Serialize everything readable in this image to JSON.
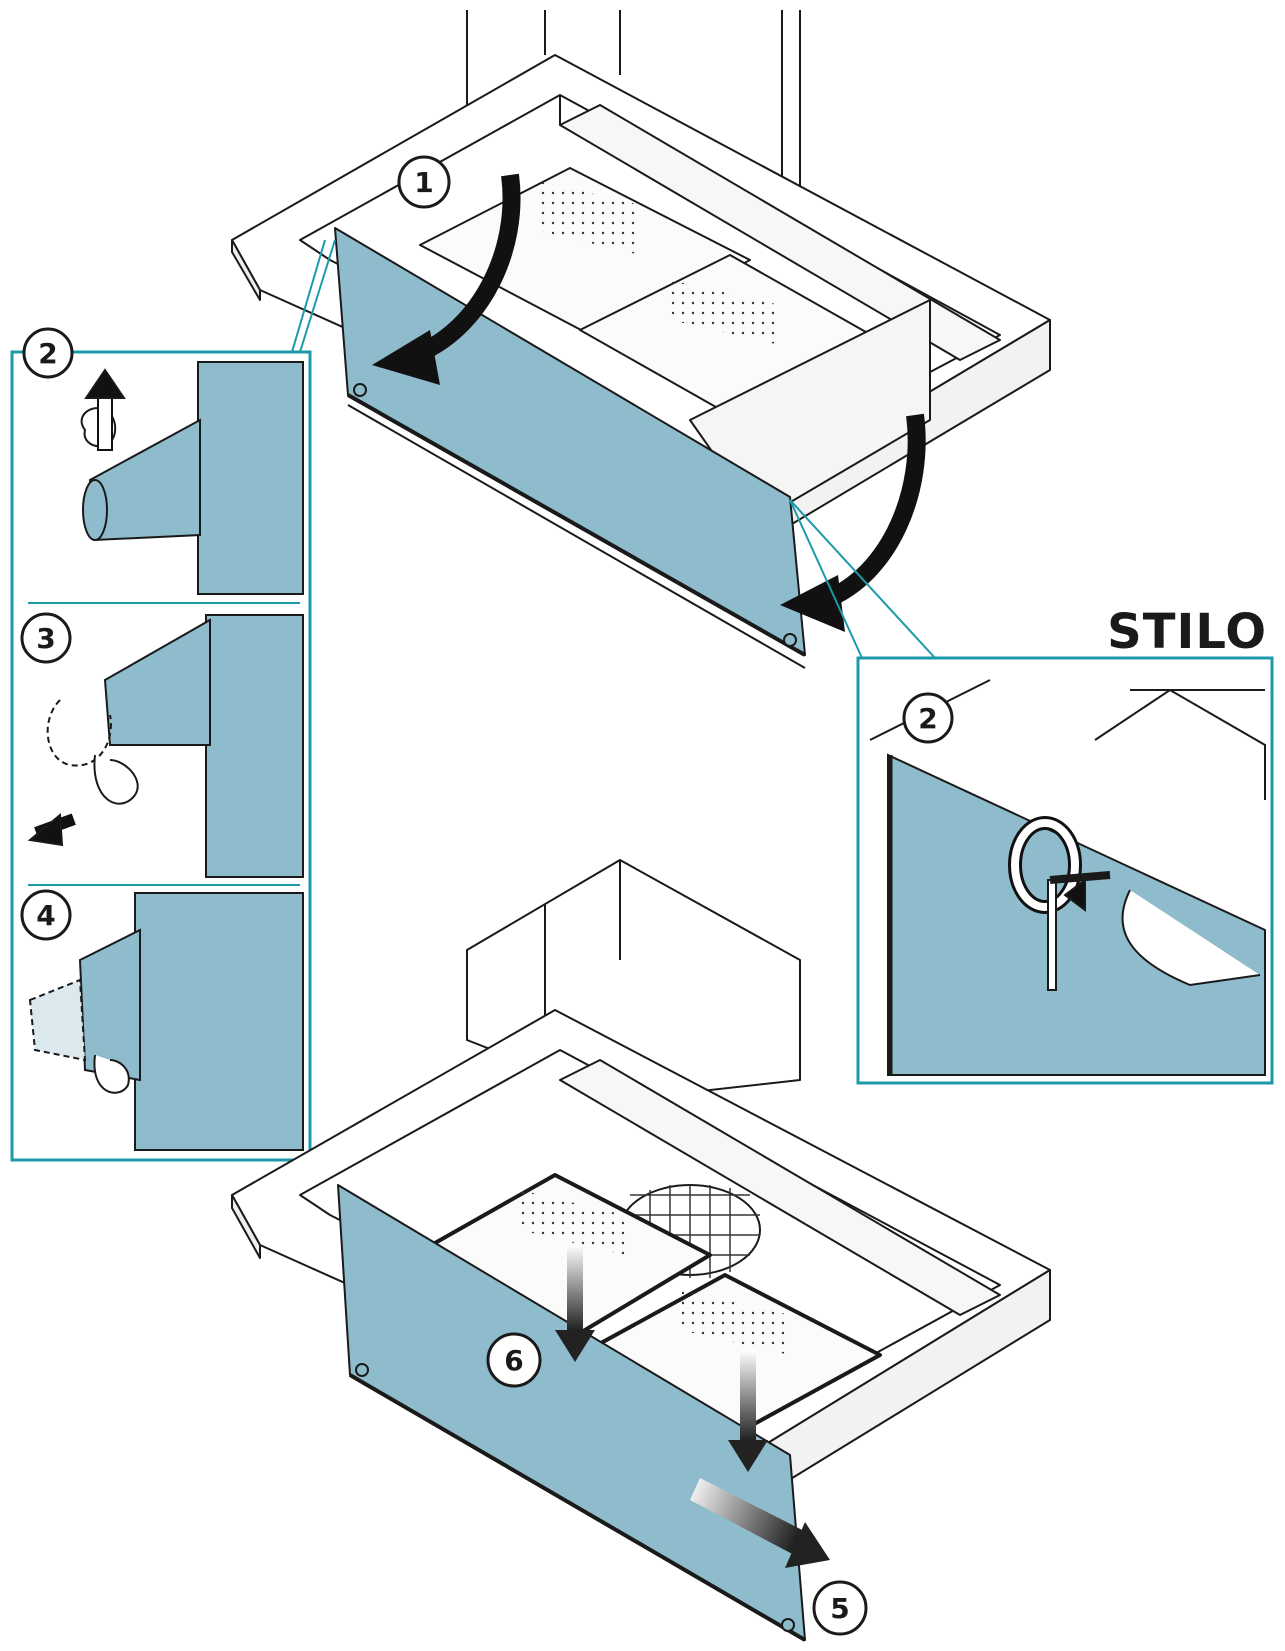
{
  "title": "STILO",
  "steps": {
    "s1": "1",
    "s2_left": "2",
    "s3": "3",
    "s4": "4",
    "s2_right": "2",
    "s5": "5",
    "s6": "6"
  },
  "colors": {
    "panel_blue": "#8fbccd",
    "callout_teal": "#1b9aaa",
    "line": "#1a1a1a"
  }
}
